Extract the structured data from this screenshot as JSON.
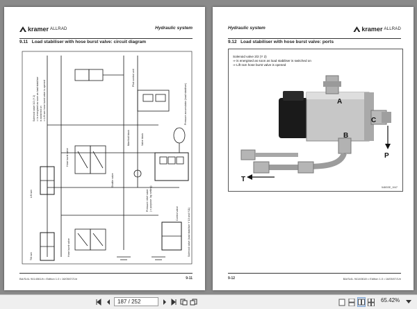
{
  "viewer": {
    "page_current": "187",
    "page_total": "252",
    "page_sep": "/",
    "zoom": "65.42%"
  },
  "left_page": {
    "brand": "kramer",
    "brand_suffix": "ALLRAD",
    "section": "Hydraulic system",
    "title_num": "9.11",
    "title": "Load stabiliser with hose burst valve: circuit diagram",
    "footer_left": "BA/S•4L 9414061/b • Edition 1.0 • 16/05/07/1/e",
    "footer_page": "9-11",
    "labels": {
      "solenoid": "Solenoid valve 3/2 (Y 2)",
      "energised": "⇒ is energised as soon as load stabiliser",
      "switched": "is switched on",
      "liftram_opened": "⇒ Lift ram hose burst valve is opened",
      "pilot": "Pilot control unit",
      "manifold": "Manifold block",
      "valve_block": "Valve block",
      "pressure_acc": "Pressure accumulator (load stabiliser)",
      "hose_burst": "Hose burst valve",
      "lift_ram": "Lift ram",
      "shuttle": "Shuttle valve",
      "pressure_relief": "Pressure relief valve",
      "purpose": "(⇒ purpose: lay setting)",
      "solenoid_2": "Solenoid valve (load stabiliser Y 10 and Y11)",
      "control_valve": "Control valve",
      "tilt_ram": "Tilt ram",
      "hose_burst_2": "Hose burst valve"
    }
  },
  "right_page": {
    "brand": "kramer",
    "brand_suffix": "ALLRAD",
    "section": "Hydraulic system",
    "title_num": "9.12",
    "title": "Load stabiliser with hose burst valve: ports",
    "footer_left": "BA/S•4L 9414061/b • Edition 1.0 • 16/05/07/1/e",
    "footer_page": "9-12",
    "photo": {
      "note_1": "Solenoid valve 3/2 (Y 2)",
      "note_2": "⇒ is energised as soon as load stabiliser is switched on",
      "note_3": "⇒ Lift ram hose burst valve is opened",
      "port_a": "A",
      "port_b": "B",
      "port_c": "C",
      "port_p": "P",
      "port_t": "T",
      "photo_id": "548GSE_1047"
    }
  },
  "colors": {
    "background": "#8a8a8a",
    "page": "#ffffff",
    "line": "#1a1a1a",
    "toolbar": "#efefef"
  }
}
